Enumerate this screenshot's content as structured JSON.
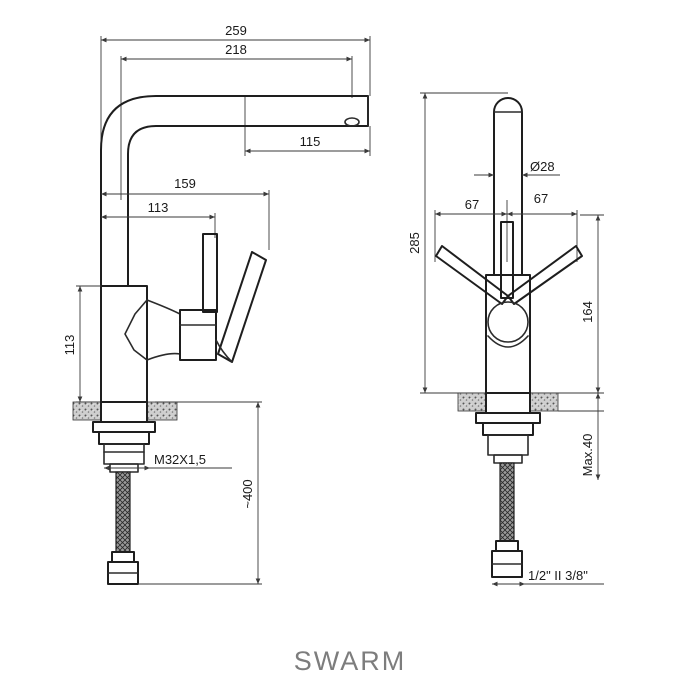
{
  "model_name": "SWARM",
  "side_view": {
    "dim_overall_reach": "259",
    "dim_spout_reach": "218",
    "dim_spout_tip": "115",
    "dim_lever_reach": "159",
    "dim_lever_axis": "113",
    "dim_body_height": "113",
    "dim_thread": "M32X1,5",
    "dim_hose_length": "~400"
  },
  "front_view": {
    "dim_height": "285",
    "dim_spout_diameter": "Ø28",
    "dim_lever_left": "67",
    "dim_lever_right": "67",
    "dim_body_height": "164",
    "dim_max_counter": "Max.40",
    "dim_connection": "1/2\" II 3/8\""
  }
}
